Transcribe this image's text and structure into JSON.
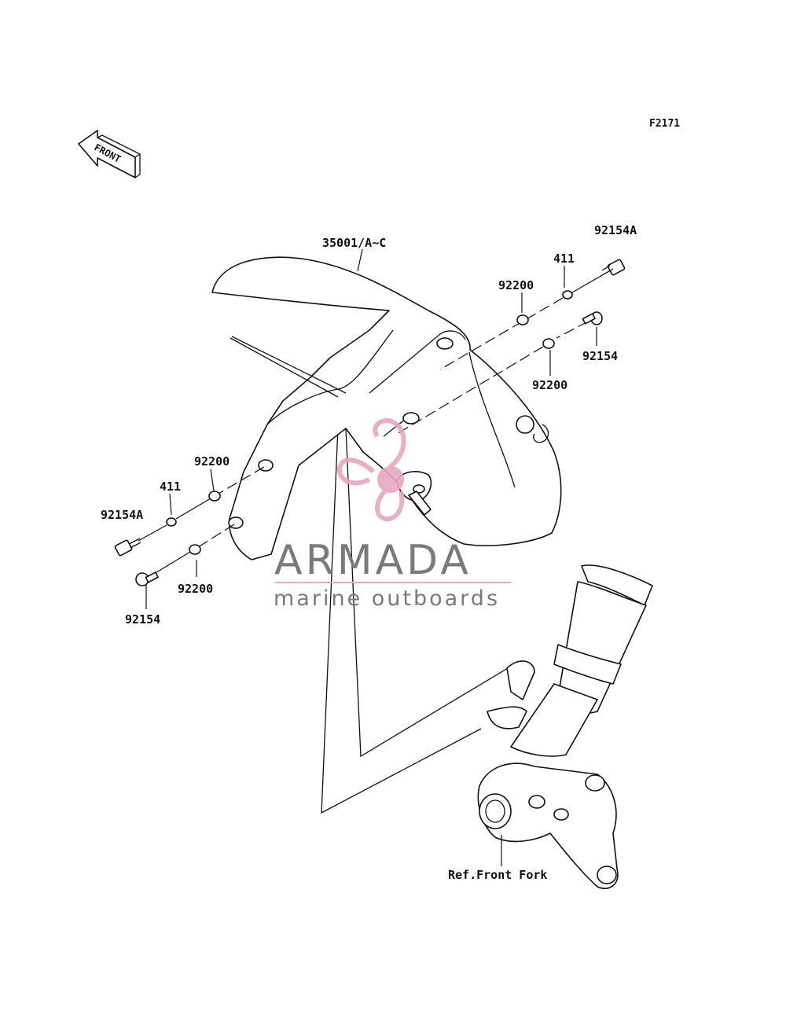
{
  "figure_id": "F2171",
  "front_label": "FRONT",
  "callouts": {
    "fender": "35001/A~C",
    "bolt_a_right": "92154A",
    "collar_right": "411",
    "washer_right_upper": "92200",
    "bolt_right": "92154",
    "washer_right_lower": "92200",
    "washer_left_upper": "92200",
    "collar_left": "411",
    "bolt_a_left": "92154A",
    "washer_left_lower": "92200",
    "bolt_left": "92154",
    "front_fork_ref": "Ref.Front Fork"
  },
  "watermark": {
    "brand": "ARMADA",
    "tagline": "marine outboards",
    "colors": {
      "text": "#7a7a7a",
      "accent": "#e8a6c2",
      "rule": "#e8a6c2"
    }
  }
}
